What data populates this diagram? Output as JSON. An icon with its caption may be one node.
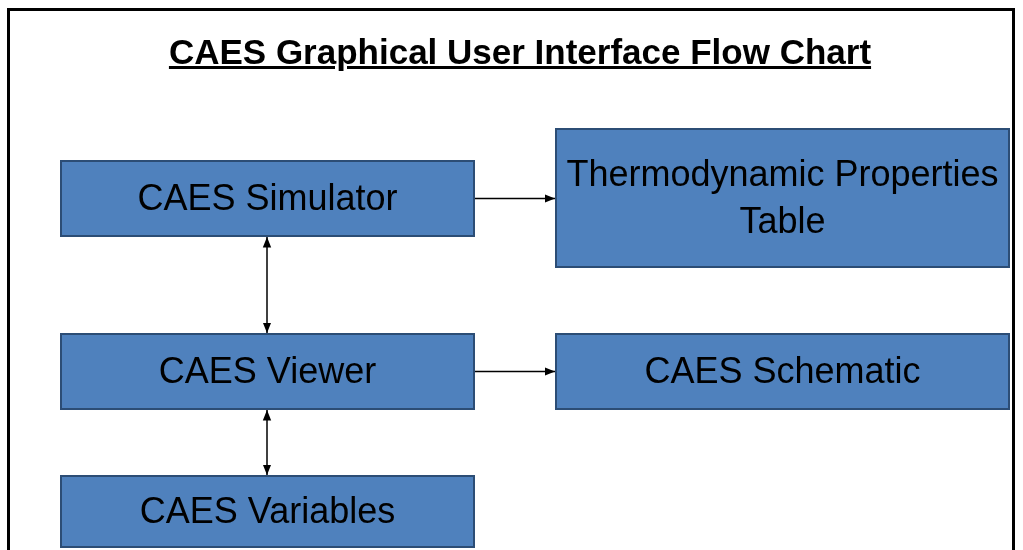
{
  "diagram": {
    "title": "CAES Graphical User Interface Flow Chart",
    "nodes": [
      {
        "text": [
          "CAES Simulator"
        ]
      },
      {
        "text": [
          "Thermodynamic Properties Table"
        ]
      },
      {
        "text": [
          "CAES Viewer"
        ]
      },
      {
        "text": [
          "CAES Schematic"
        ]
      },
      {
        "text": [
          "CAES Variables"
        ]
      }
    ],
    "edges": [
      {
        "from": 0,
        "to": 1,
        "arrow": "to"
      },
      {
        "from": 0,
        "to": 2,
        "arrow": "both"
      },
      {
        "from": 2,
        "to": 3,
        "arrow": "to"
      },
      {
        "from": 2,
        "to": 4,
        "arrow": "both"
      }
    ]
  }
}
